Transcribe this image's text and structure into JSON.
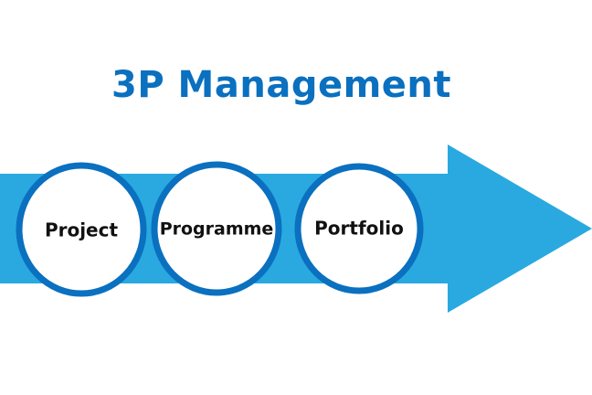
{
  "title": "3P Management",
  "stages": [
    {
      "label": "Project"
    },
    {
      "label": "Programme"
    },
    {
      "label": "Portfolio"
    }
  ],
  "colors": {
    "arrow": "#29a9e0",
    "circle_border": "#0a70bf",
    "title": "#0a70bf",
    "text": "#111111"
  }
}
